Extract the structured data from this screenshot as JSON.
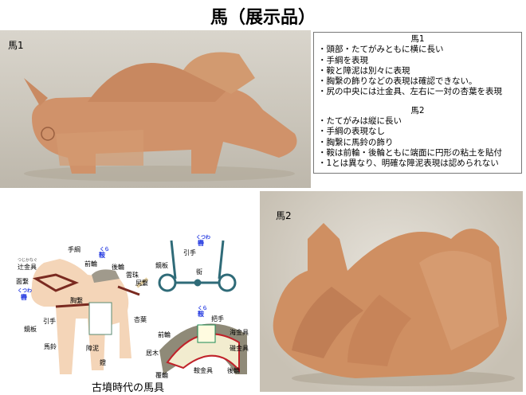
{
  "title": "馬（展示品）",
  "photo1": {
    "label": "馬1"
  },
  "photo2": {
    "label": "馬2"
  },
  "description": {
    "horse1": {
      "heading": "馬1",
      "items": [
        "・頭部・たてがみともに横に長い",
        "・手綱を表現",
        "・鞍と障泥は別々に表現",
        "・胸繋の飾りなどの表現は確認できない。",
        "・尻の中央には辻金具、左右に一対の杏葉を表現"
      ]
    },
    "horse2": {
      "heading": "馬2",
      "items": [
        "・たてがみは縦に長い",
        "・手綱の表現なし",
        "・胸繋に馬鈴の飾り",
        "・鞍は前輪・後輪ともに端面に円形の粘土を貼付",
        "・1とは異なり、明確な障泥表現は認められない"
      ]
    }
  },
  "diagram": {
    "caption": "古墳時代の馬具",
    "labels": {
      "tsujikanagu": "辻金具",
      "omogai": "面繋",
      "kutsuwa": "轡",
      "kutsuwa_r": "くつわ",
      "kagamiita": "鏡板",
      "hikite": "引手",
      "bato": "馬鈴",
      "tazuna": "手綱",
      "kura": "鞍",
      "kura_r": "くら",
      "maewa": "前輪",
      "shizuwa": "後輪",
      "uzu": "雲珠",
      "shirigai": "尻繋",
      "gyouyou": "杏葉",
      "munagai": "胸繋",
      "aori": "障泥",
      "abumi": "鐙",
      "hami": "銜",
      "totte": "把手",
      "umikanagu": "海金具",
      "isokanagu": "磯金具",
      "ibo": "居木",
      "shiodekanagu": "鞍金具",
      "fukurin": "覆輪"
    }
  }
}
